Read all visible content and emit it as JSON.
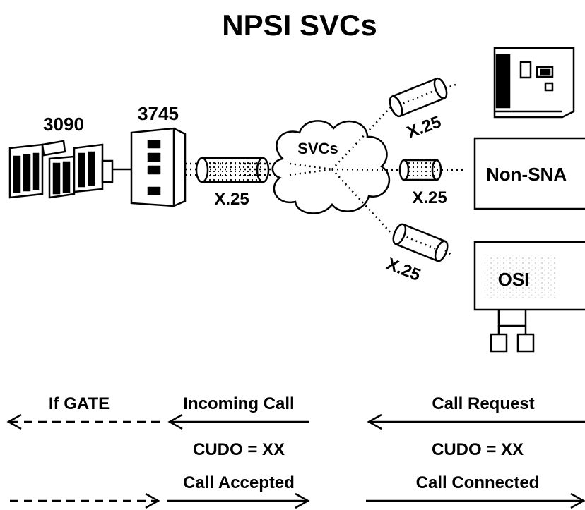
{
  "title": "NPSI SVCs",
  "nodes": {
    "host": "3090",
    "controller": "3745",
    "network": "SVCs",
    "non_sna": "Non-SNA",
    "osi": "OSI"
  },
  "links": {
    "main": "X.25",
    "upper": "X.25",
    "middle": "X.25",
    "lower": "X.25"
  },
  "flows": {
    "if_gate": "If GATE",
    "incoming_call": "Incoming Call",
    "cudo_left": "CUDO = XX",
    "call_accepted": "Call Accepted",
    "call_request": "Call Request",
    "cudo_right": "CUDO = XX",
    "call_connected": "Call Connected"
  }
}
